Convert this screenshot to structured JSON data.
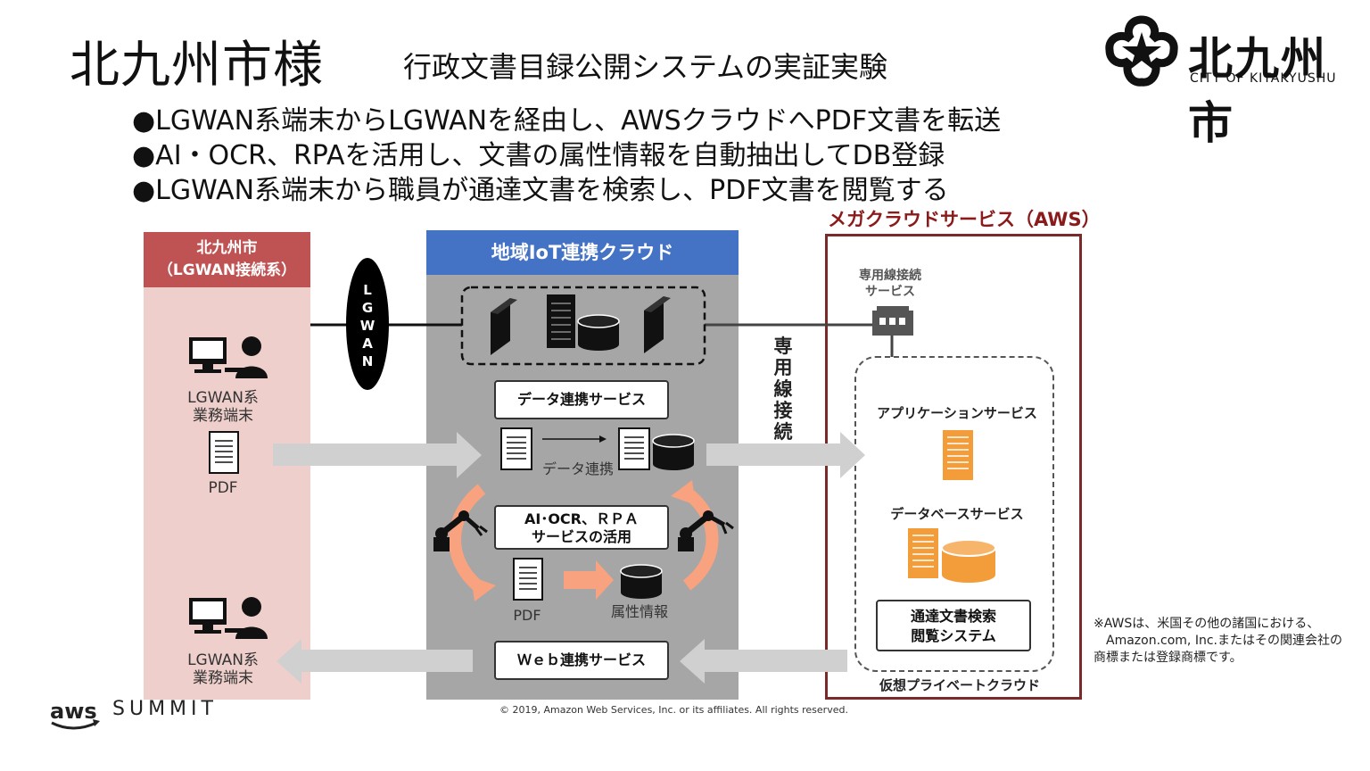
{
  "header": {
    "title": "北九州市様",
    "subtitle": "行政文書目録公開システムの実証実験",
    "logo_text": "北九州市",
    "logo_sub": "CITY OF KITAKYUSHU"
  },
  "bullets": [
    "●LGWAN系端末からLGWANを経由し、AWSクラウドへPDF文書を転送",
    "●AI・OCR、RPAを活用し、文書の属性情報を自動抽出してDB登録",
    "●LGWAN系端末から職員が通達文書を検索し、PDF文書を閲覧する"
  ],
  "city": {
    "head_line1": "北九州市",
    "head_line2": "（LGWAN接続系）",
    "terminal1": "LGWAN系\n業務端末",
    "pdf_label": "PDF",
    "terminal2": "LGWAN系\n業務端末"
  },
  "lgwan": {
    "letters": "L G W A N"
  },
  "iot": {
    "head": "地域IoT連携クラウド",
    "data_service": "データ連携サービス",
    "data_link": "データ連携",
    "ai_service_l1": "AI･OCR、ＲＰＡ",
    "ai_service_l2": "サービスの活用",
    "pdf_label": "PDF",
    "attr_label": "属性情報",
    "web_service": "Ｗｅｂ連携サービス"
  },
  "dedicated_line": "専用線接続",
  "aws": {
    "title": "メガクラウドサービス（AWS）",
    "dc_service_l1": "専用線接続",
    "dc_service_l2": "サービス",
    "app_service": "アプリケーションサービス",
    "db_service": "データベースサービス",
    "search_l1": "通達文書検索",
    "search_l2": "閲覧システム",
    "vpc": "仮想プライベートクラウド"
  },
  "note": "※AWSは、米国その他の諸国における、\n　Amazon.com, Inc.またはその関連会社の　商標または登録商標です。",
  "footer": {
    "copyright": "© 2019, Amazon Web Services, Inc. or its affiliates. All rights reserved.",
    "aws": "aws",
    "summit": "SUMMIT"
  },
  "colors": {
    "city_head": "#bf5353",
    "city_bg": "#eecfcb",
    "iot_head": "#4472c4",
    "iot_bg": "#a6a6a6",
    "aws_border": "#7b2a2a",
    "orange": "#f39c3a",
    "salmon": "#f8a27f"
  }
}
